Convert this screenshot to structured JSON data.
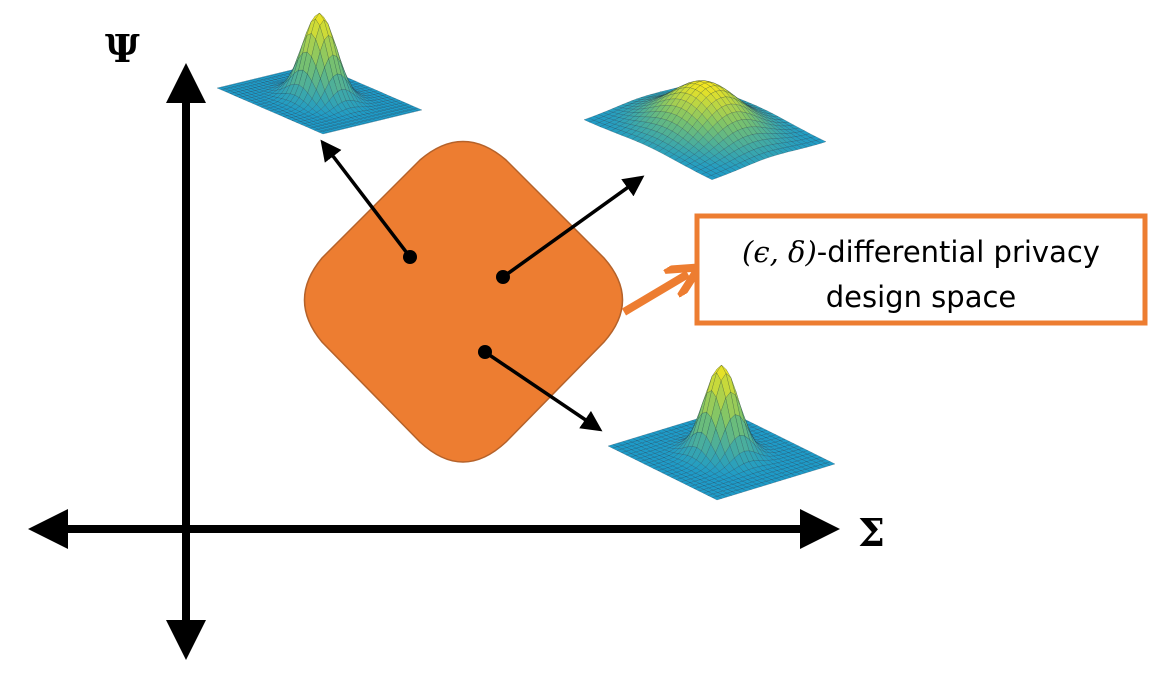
{
  "axes": {
    "vertical_label": "Ψ",
    "horizontal_label": "Σ"
  },
  "region": {
    "color": "#ED7D31",
    "border_color": "#B5622A"
  },
  "callout": {
    "line1_math": "(ϵ, δ)",
    "line1_text": "-differential privacy",
    "line2": "design space",
    "border_color": "#ED7D31"
  },
  "distributions": [
    {
      "icon": "gaussian-surface-icon",
      "description_shape": "narrow-tall"
    },
    {
      "icon": "gaussian-surface-icon",
      "description_shape": "wide-flat"
    },
    {
      "icon": "gaussian-surface-icon",
      "description_shape": "narrow-tall"
    }
  ],
  "colors": {
    "axis": "#000000",
    "surface_base": "#1E9BC8",
    "surface_peak": "#F5E61E",
    "surface_mid": "#7CC36B"
  }
}
